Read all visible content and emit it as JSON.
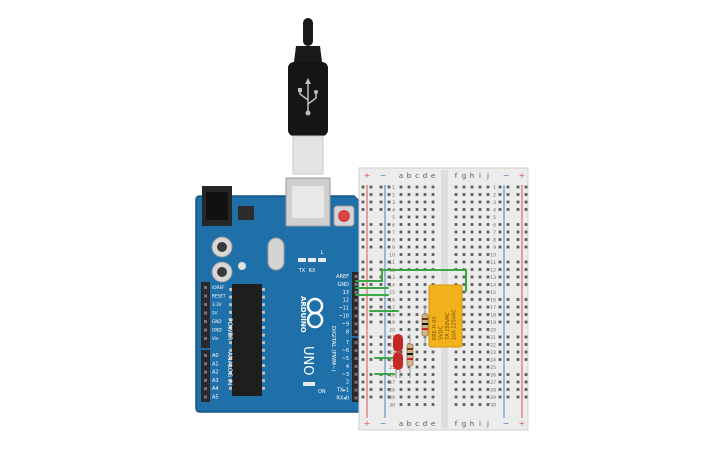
{
  "colors": {
    "board": "#1f6fa8",
    "board_edge": "#155782",
    "header": "#2a2a2a",
    "breadboard": "#ececec",
    "rail_red": "#d9534f",
    "rail_blue": "#4a7fc1",
    "wire": "#3aa845",
    "relay": "#f2b21b",
    "led": "#c62828",
    "usb": "#1a1a1a"
  },
  "arduino": {
    "brand": "ARDUINO",
    "model": "UNO",
    "digital_label": "DIGITAL (PWM~)",
    "power_label": "POWER",
    "analog_label": "ANALOG IN",
    "top_pins": [
      "AREF",
      "GND",
      "13",
      "12",
      "~11",
      "~10",
      "~9",
      "8",
      "7",
      "~6",
      "~5",
      "4",
      "~3",
      "2",
      "TX▸1",
      "RX◂0"
    ],
    "power_pins": [
      "IOREF",
      "RESET",
      "3.3V",
      "5V",
      "GND",
      "GND",
      "Vin"
    ],
    "analog_pins": [
      "A0",
      "A1",
      "A2",
      "A3",
      "A4",
      "A5"
    ],
    "led_labels": [
      "TX",
      "RX",
      "L"
    ],
    "on_label": "ON"
  },
  "breadboard": {
    "left_rail_top": [
      "+",
      "−"
    ],
    "right_rail_top": [
      "−",
      "+"
    ],
    "left_cols": [
      "a",
      "b",
      "c",
      "d",
      "e"
    ],
    "right_cols": [
      "f",
      "g",
      "h",
      "i",
      "j"
    ],
    "rows": [
      "1",
      "2",
      "3",
      "4",
      "5",
      "6",
      "7",
      "8",
      "9",
      "10",
      "11",
      "12",
      "13",
      "14",
      "15",
      "16",
      "17",
      "18",
      "19",
      "20",
      "21",
      "22",
      "23",
      "24",
      "25",
      "26",
      "27",
      "28",
      "29",
      "30"
    ]
  },
  "relay": {
    "text_lines": [
      "KRE-H-0S",
      "5VDC",
      "7A 250VAC",
      "10A 125VAC"
    ]
  }
}
